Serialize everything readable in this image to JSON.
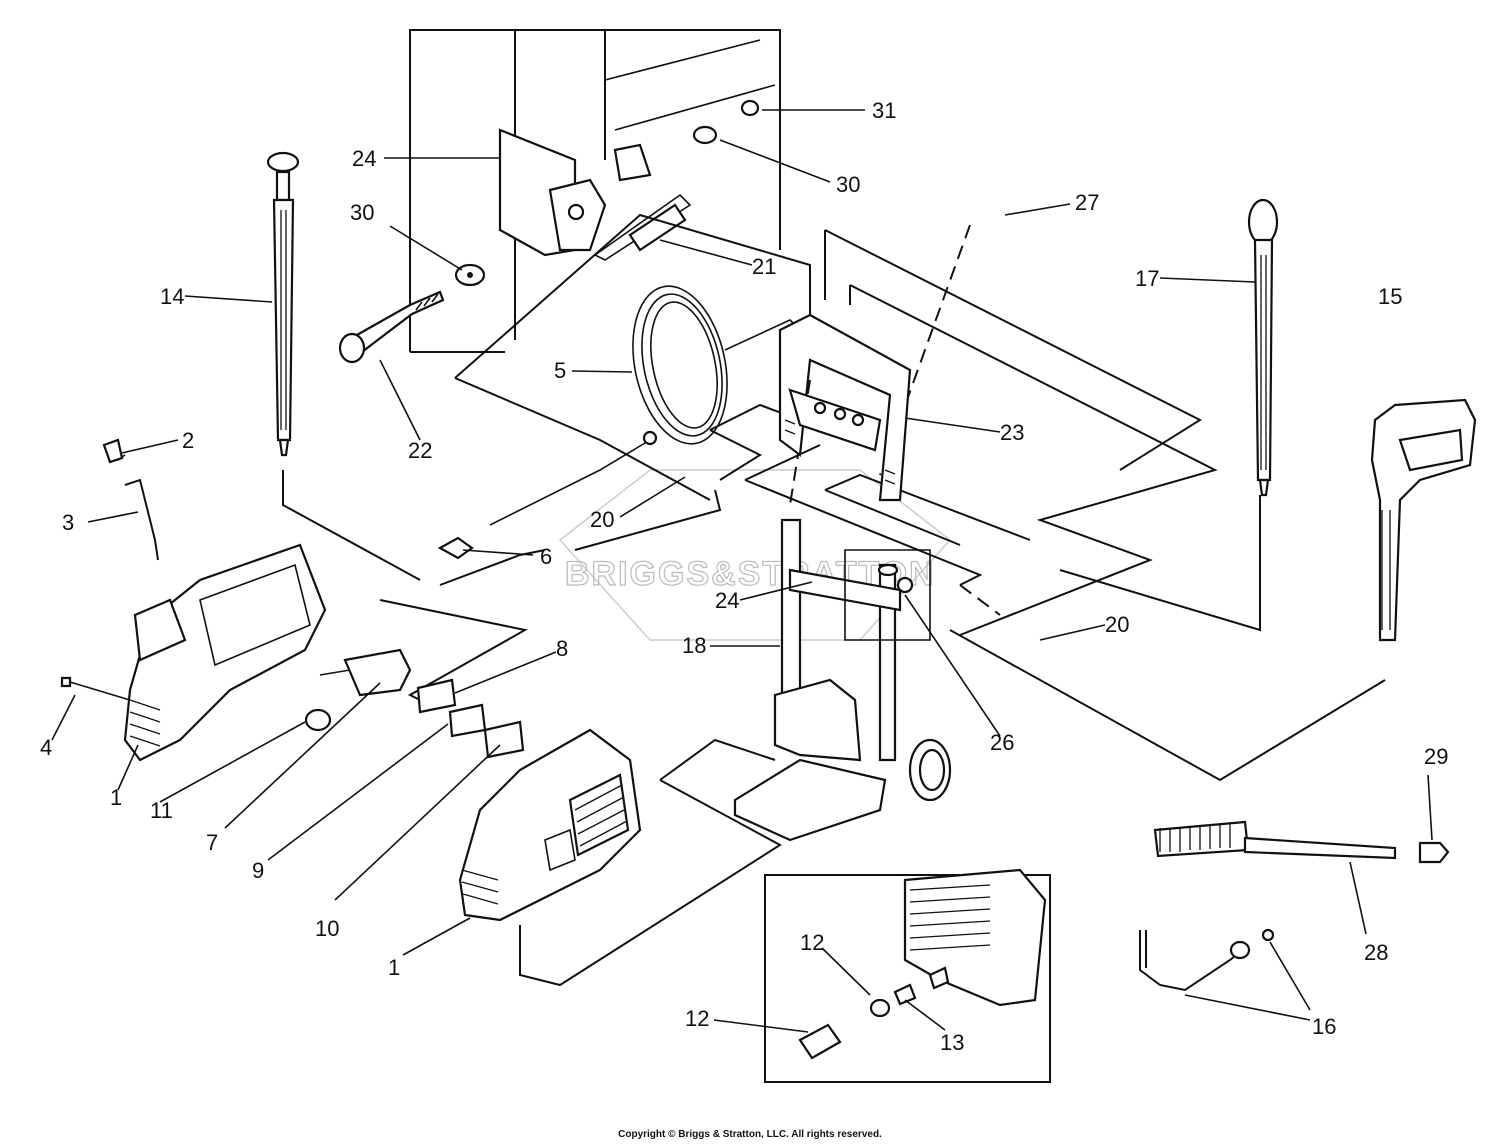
{
  "watermark": {
    "text": "BRIGGS&STRATTON"
  },
  "copyright": "Copyright © Briggs & Stratton, LLC. All rights reserved.",
  "callouts": {
    "c1a": "1",
    "c1b": "1",
    "c2": "2",
    "c3": "3",
    "c4": "4",
    "c5": "5",
    "c6": "6",
    "c7": "7",
    "c8": "8",
    "c9": "9",
    "c10": "10",
    "c11": "11",
    "c12a": "12",
    "c12b": "12",
    "c13": "13",
    "c14": "14",
    "c15": "15",
    "c16": "16",
    "c17": "17",
    "c18": "18",
    "c20a": "20",
    "c20b": "20",
    "c21": "21",
    "c22": "22",
    "c23": "23",
    "c24a": "24",
    "c24b": "24",
    "c26": "26",
    "c27": "27",
    "c28": "28",
    "c29": "29",
    "c30a": "30",
    "c30b": "30",
    "c31": "31"
  }
}
